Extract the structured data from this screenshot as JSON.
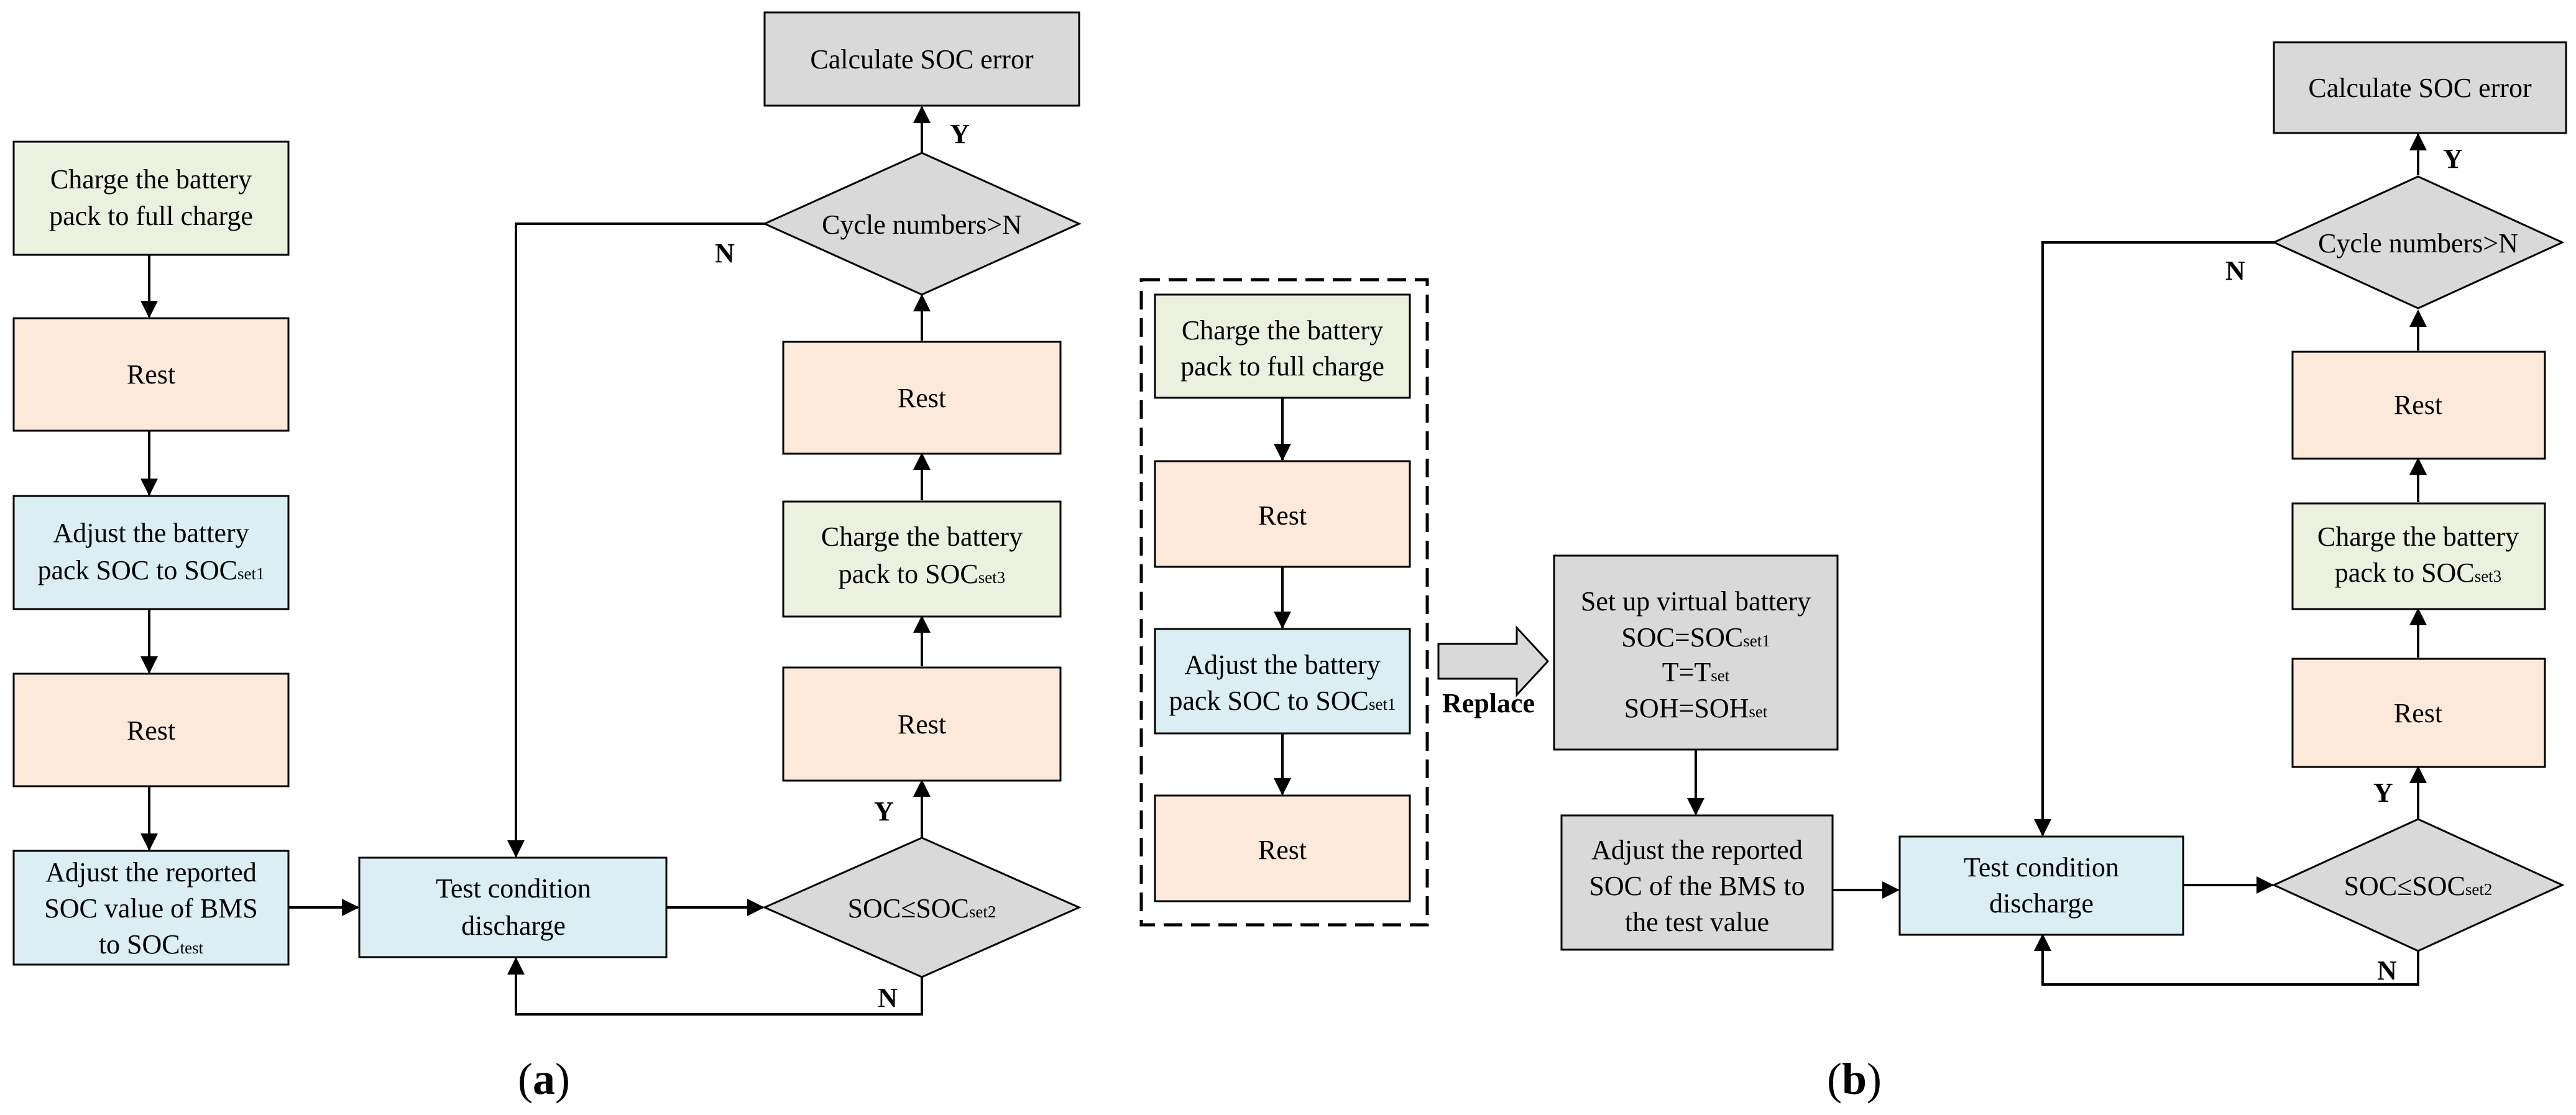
{
  "colors": {
    "green": "#EBF1DE",
    "peach": "#FCE9DA",
    "blue": "#DAEEF3",
    "gray": "#D9D9D9",
    "line": "#000000"
  },
  "panel_a": {
    "caption": {
      "open": "(",
      "letter": "a",
      "close": ")"
    },
    "charge_full": [
      "Charge the battery",
      "pack to full charge"
    ],
    "rest_1": "Rest",
    "adjust_soc": {
      "line1": "Adjust the battery",
      "line2_main": "pack SOC to SOC",
      "line2_sub": "set1"
    },
    "rest_2": "Rest",
    "adjust_reported": {
      "line1": "Adjust the reported",
      "line2": "SOC value of BMS",
      "line3_main": "to SOC",
      "line3_sub": "test"
    },
    "test_discharge": [
      "Test condition",
      "discharge"
    ],
    "decision_soc": {
      "main": "SOC≤SOC",
      "sub": "set2"
    },
    "rest_3": "Rest",
    "charge_set3": {
      "line1": "Charge the battery",
      "line2_main": "pack to SOC",
      "line2_sub": "set3"
    },
    "rest_4": "Rest",
    "decision_cycle": "Cycle numbers>N",
    "calc_error": "Calculate SOC error",
    "label_y_top": "Y",
    "label_n_cycle": "N",
    "label_y_soc": "Y",
    "label_n_soc": "N"
  },
  "middle": {
    "charge_full": [
      "Charge the battery",
      "pack to full charge"
    ],
    "rest_1": "Rest",
    "adjust_soc": {
      "line1": "Adjust the battery",
      "line2_main": "pack SOC to SOC",
      "line2_sub": "set1"
    },
    "rest_2": "Rest",
    "replace_label": "Replace"
  },
  "panel_b": {
    "caption": {
      "open": "(",
      "letter": "b",
      "close": ")"
    },
    "virtual": {
      "line1": "Set up virtual battery",
      "line2_main": "SOC=SOC",
      "line2_sub": "set1",
      "line3_main": "T=T",
      "line3_sub": "set",
      "line4_main": "SOH=SOH",
      "line4_sub": "set"
    },
    "adjust_reported": [
      "Adjust the reported",
      "SOC of the BMS to",
      "the test value"
    ],
    "test_discharge": [
      "Test condition",
      "discharge"
    ],
    "decision_soc": {
      "main": "SOC≤SOC",
      "sub": "set2"
    },
    "rest_3": "Rest",
    "charge_set3": {
      "line1": "Charge the battery",
      "line2_main": "pack to SOC",
      "line2_sub": "set3"
    },
    "rest_4": "Rest",
    "decision_cycle": "Cycle numbers>N",
    "calc_error": "Calculate SOC error",
    "label_y_top": "Y",
    "label_n_cycle": "N",
    "label_y_soc": "Y",
    "label_n_soc": "N"
  }
}
